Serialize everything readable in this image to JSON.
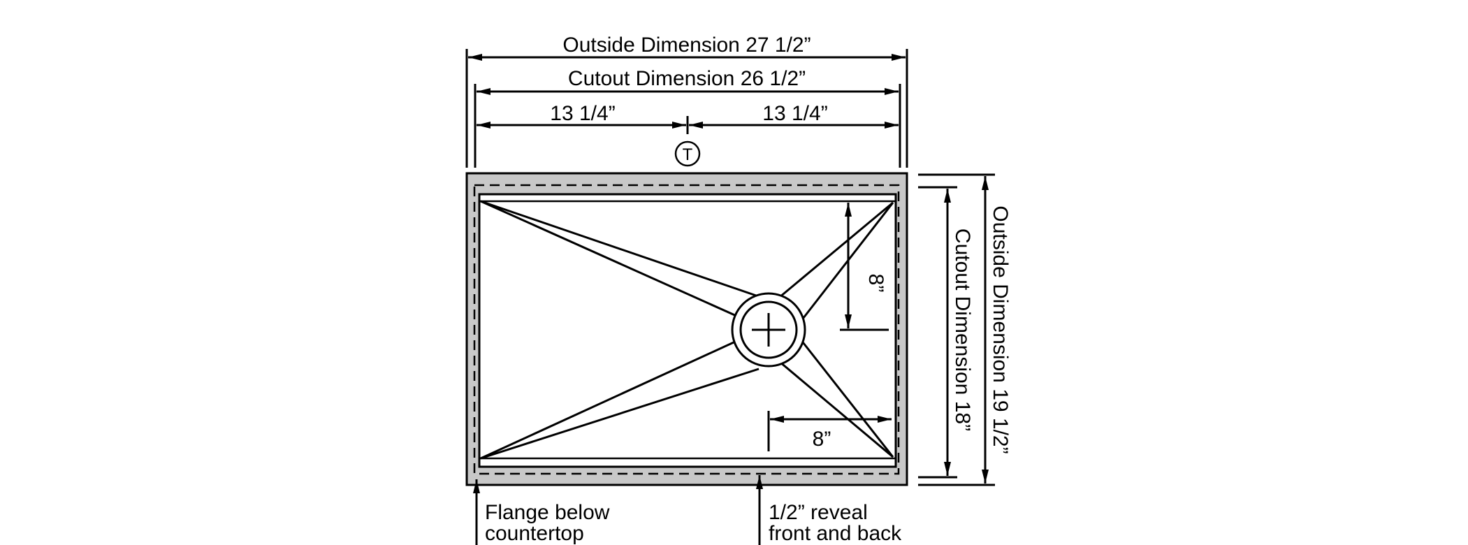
{
  "diagram": {
    "title": "Undermount sink cutout template",
    "outside_width_label": "Outside Dimension 27 1/2”",
    "cutout_width_label": "Cutout Dimension 26 1/2”",
    "half_left_label": "13 1/4”",
    "half_right_label": "13 1/4”",
    "center_marker": "T",
    "drain_vertical_label": "8”",
    "drain_horizontal_label": "8”",
    "cutout_height_label": "Cutout Dimension 18”",
    "outside_height_label": "Outside Dimension 19 1/2”",
    "flange_note_line1": "Flange below",
    "flange_note_line2": "countertop",
    "reveal_note_line1": "1/2” reveal",
    "reveal_note_line2": "front and back",
    "colors": {
      "flange_fill": "#c8c8c8",
      "line": "#000000",
      "background": "#ffffff"
    }
  }
}
